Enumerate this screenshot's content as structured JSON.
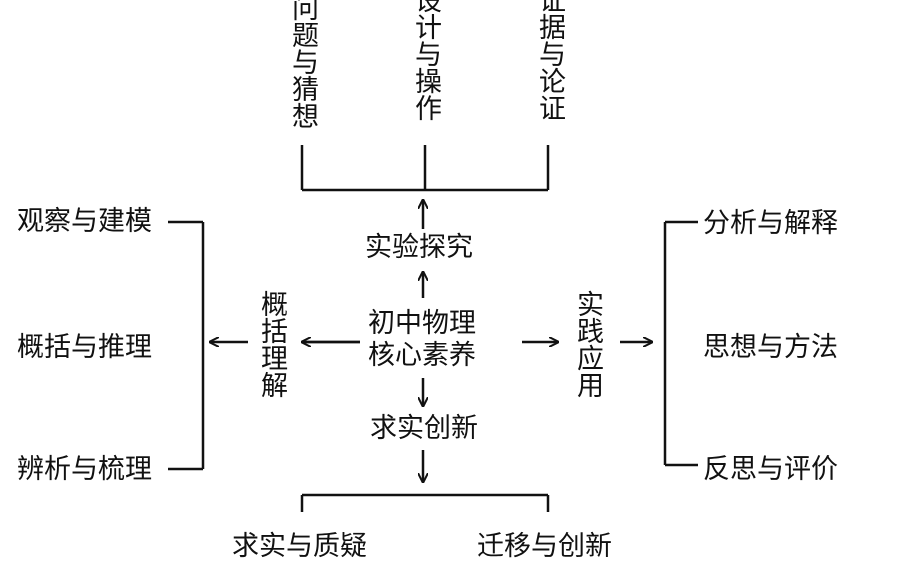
{
  "center": {
    "line1": "初中物理",
    "line2": "核心素养"
  },
  "top": {
    "hub": "实验探究",
    "items": [
      "问题与猜想",
      "设计与操作",
      "证据与论证"
    ]
  },
  "left": {
    "hub": "概括理解",
    "items": [
      "观察与建模",
      "概括与推理",
      "辨析与梳理"
    ]
  },
  "right": {
    "hub": "实践应用",
    "items": [
      "分析与解释",
      "思想与方法",
      "反思与评价"
    ]
  },
  "bottom": {
    "hub": "求实创新",
    "items": [
      "求实与质疑",
      "迁移与创新"
    ]
  },
  "colors": {
    "ink": "#111111",
    "background": "#ffffff"
  }
}
